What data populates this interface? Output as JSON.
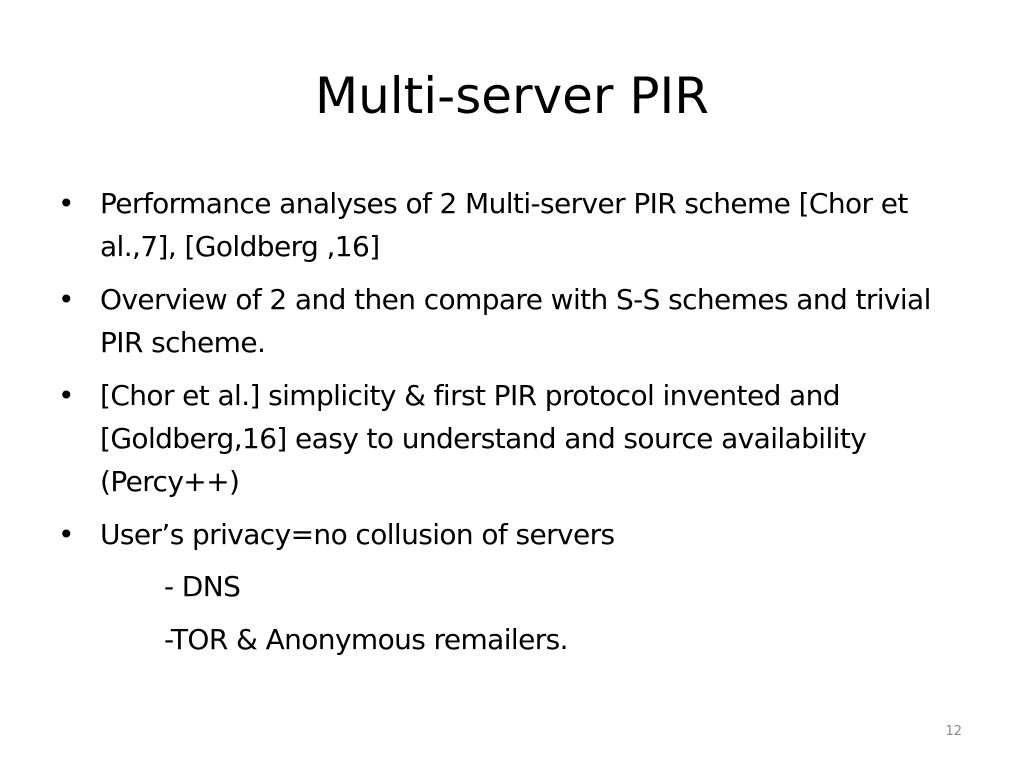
{
  "slide": {
    "title": "Multi-server PIR",
    "bullets": [
      {
        "marker": "•",
        "text": "Performance analyses of 2 Multi-server PIR scheme [Chor et al.,7], [Goldberg ,16]"
      },
      {
        "marker": "•",
        "text": "Overview of 2 and  then compare with S-S schemes and trivial PIR scheme."
      },
      {
        "marker": "•",
        "text": "[Chor et al.] simplicity & first PIR protocol invented and [Goldberg,16] easy to understand and source availability (Percy++)"
      },
      {
        "marker": "•",
        "text": "User’s privacy=no collusion of servers"
      }
    ],
    "sub_items": [
      "- DNS",
      "-TOR & Anonymous remailers."
    ],
    "page_number": "12"
  }
}
